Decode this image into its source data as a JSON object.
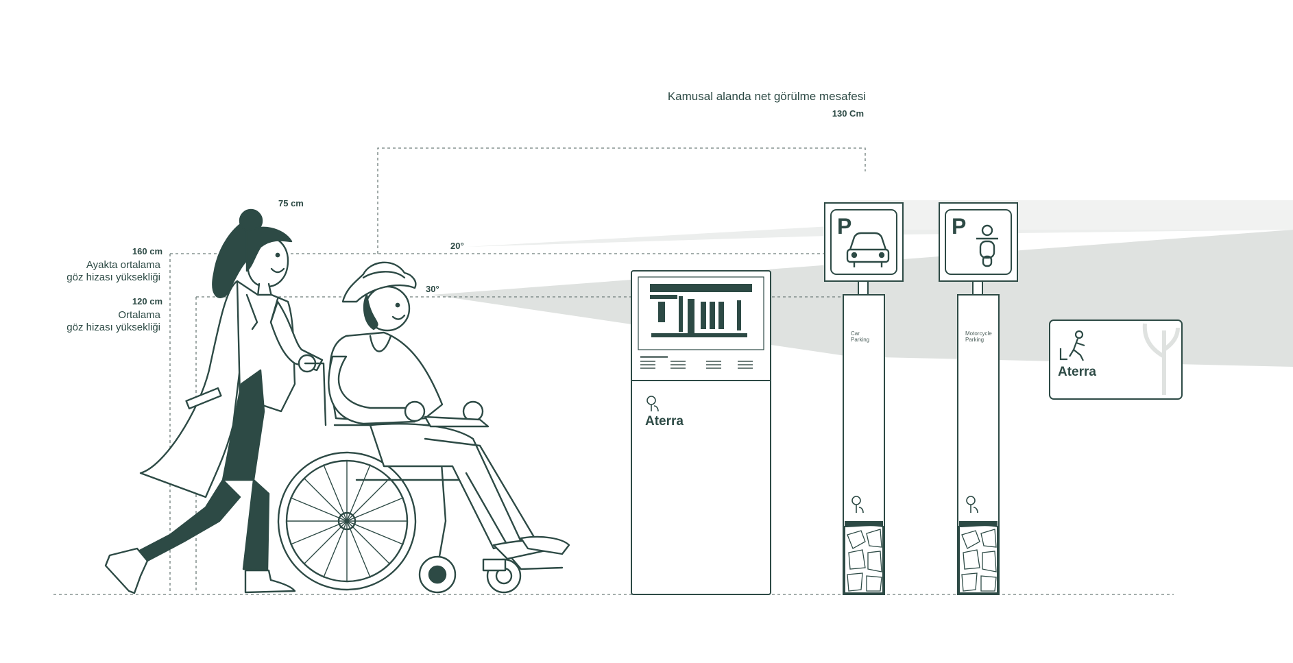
{
  "diagram": {
    "visibility_distance": {
      "title": "Kamusal alanda net görülme mesafesi",
      "value": "130 Cm"
    },
    "distance_75": "75 cm",
    "standing_eye": {
      "height": "160 cm",
      "label_line1": "Ayakta ortalama",
      "label_line2": "göz hizası yüksekliği",
      "angle": "20°"
    },
    "seated_eye": {
      "height": "120 cm",
      "label_line1": "Ortalama",
      "label_line2": "göz hizası yüksekliği",
      "angle": "30°"
    },
    "kiosk": {
      "brand": "Aterra"
    },
    "car_sign": {
      "letter": "P",
      "post_text_line1": "Car",
      "post_text_line2": "Parking"
    },
    "moto_sign": {
      "letter": "P",
      "post_text_line1": "Motorcycle",
      "post_text_line2": "Parking"
    },
    "wall_sign": {
      "brand": "Aterra"
    },
    "colors": {
      "ink": "#2d4a45",
      "beam": "#dfe2e0",
      "background": "#ffffff"
    }
  }
}
